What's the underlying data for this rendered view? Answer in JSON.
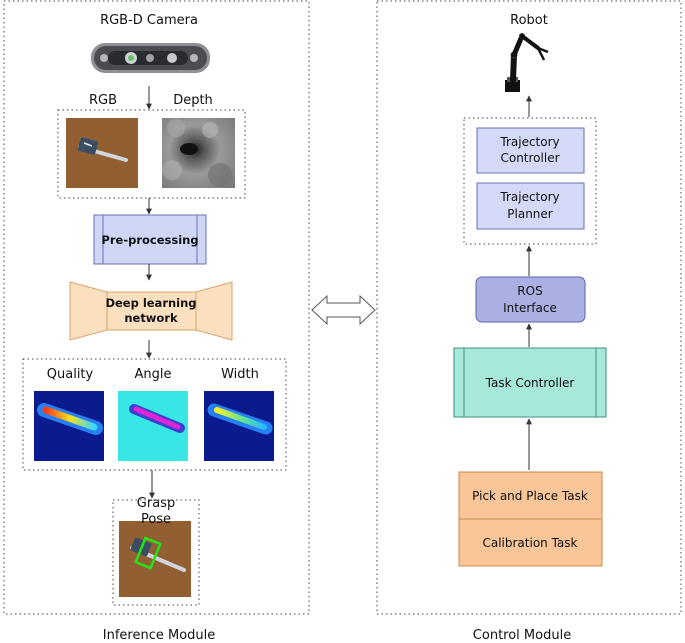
{
  "inference": {
    "caption": "Inference Module",
    "camera_label": "RGB-D Camera",
    "rgb_label": "RGB",
    "depth_label": "Depth",
    "preprocess_label": "Pre-processing",
    "dl_line1": "Deep learning",
    "dl_line2": "network",
    "quality_label": "Quality",
    "angle_label": "Angle",
    "width_label": "Width",
    "grasp_line1": "Grasp",
    "grasp_line2": "Pose"
  },
  "control": {
    "caption": "Control Module",
    "robot_label": "Robot",
    "traj_ctrl_line1": "Trajectory",
    "traj_ctrl_line2": "Controller",
    "traj_plan_line1": "Trajectory",
    "traj_plan_line2": "Planner",
    "ros_line1": "ROS",
    "ros_line2": "Interface",
    "task_ctrl_label": "Task Controller",
    "pick_place_label": "Pick and Place Task",
    "calibration_label": "Calibration Task"
  },
  "colors": {
    "pre_fill": "#cfd6f6",
    "traj_fill": "#d3d9f7",
    "ros_fill": "#aab0e2",
    "task_ctrl_fill": "#a8e8da",
    "tasks_fill": "#f9c699",
    "dl_fill": "#fbe0c0"
  }
}
